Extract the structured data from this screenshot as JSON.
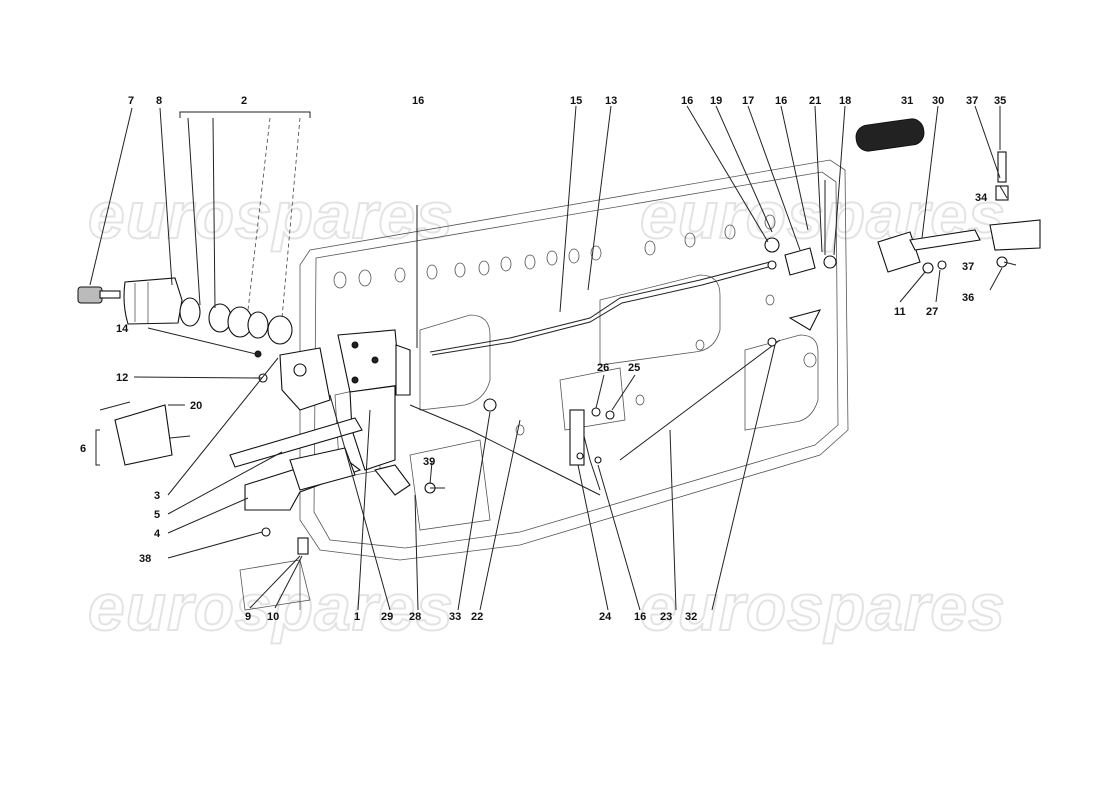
{
  "watermark": {
    "text": "eurospares"
  },
  "callouts": [
    "7",
    "8",
    "2",
    "16",
    "15",
    "13",
    "16",
    "19",
    "17",
    "16",
    "21",
    "18",
    "31",
    "30",
    "37",
    "35",
    "34",
    "37",
    "36",
    "11",
    "27",
    "14",
    "12",
    "20",
    "6",
    "3",
    "5",
    "4",
    "38",
    "9",
    "10",
    "1",
    "29",
    "28",
    "39",
    "33",
    "22",
    "26",
    "25",
    "24",
    "16",
    "23",
    "32"
  ]
}
